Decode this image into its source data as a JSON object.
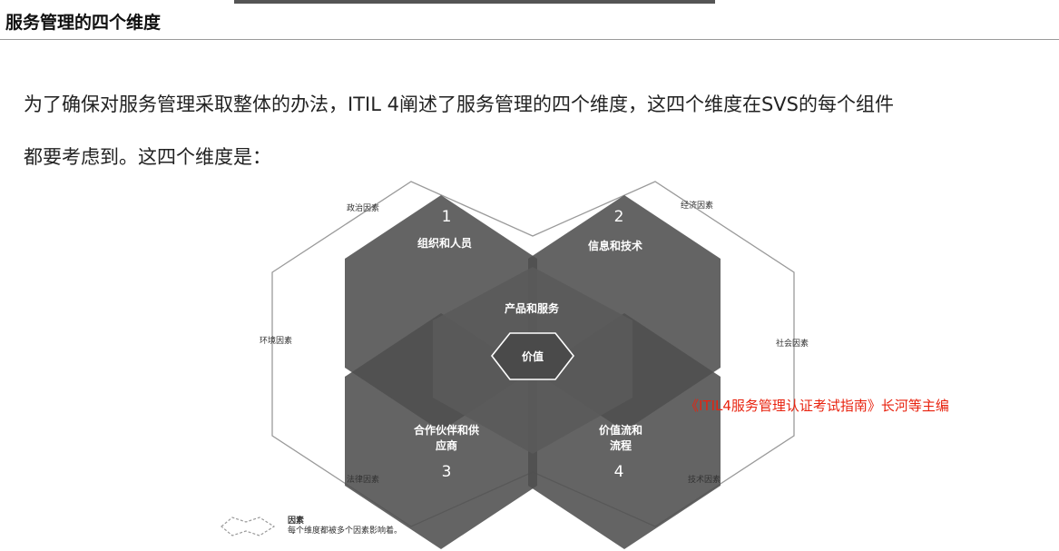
{
  "heading": {
    "title": "服务管理的四个维度"
  },
  "intro": {
    "line1": "为了确保对服务管理采取整体的办法，ITIL 4阐述了服务管理的四个维度，这四个维度在SVS的每个组件",
    "line2": "都要考虑到。这四个维度是："
  },
  "diagram": {
    "factors": {
      "political": "政治因素",
      "economic": "经济因素",
      "environmental": "环境因素",
      "social": "社会因素",
      "legal": "法律因素",
      "technological": "技术因素"
    },
    "dimensions": [
      {
        "number": "1",
        "label": "组织和人员"
      },
      {
        "number": "2",
        "label": "信息和技术"
      },
      {
        "number": "3",
        "label_line1": "合作伙伴和供",
        "label_line2": "应商"
      },
      {
        "number": "4",
        "label_line1": "价值流和",
        "label_line2": "流程"
      }
    ],
    "center": {
      "products": "产品和服务",
      "value": "价值"
    },
    "legend": {
      "title": "因素",
      "description": "每个维度都被多个因素影响着。"
    },
    "colors": {
      "hexagon": "#4f4f4f",
      "outline": "#8a8a8a",
      "label": "#ffffff",
      "factor_text": "#333333"
    }
  },
  "citation": {
    "text": "《ITIL4服务管理认证考试指南》长河等主编",
    "color": "#e8230f"
  }
}
